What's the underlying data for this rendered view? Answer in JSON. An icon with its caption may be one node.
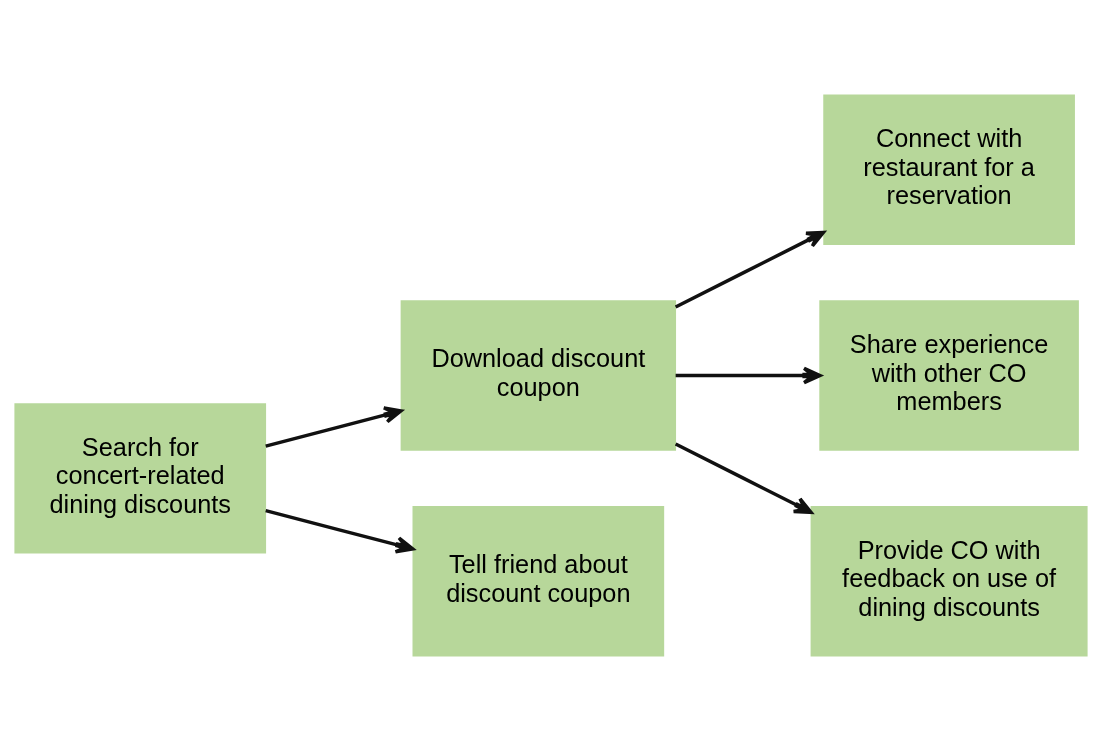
{
  "diagram": {
    "nodes": [
      {
        "text": [
          "Search for concert-related dining discounts"
        ]
      },
      {
        "text": [
          "Download discount coupon"
        ]
      },
      {
        "text": [
          "Tell friend about discount coupon"
        ]
      },
      {
        "text": [
          "Connect with restaurant for a reservation"
        ]
      },
      {
        "text": [
          "Share experience with other CO members"
        ]
      },
      {
        "text": [
          "Provide CO with feedback on use of dining discounts"
        ]
      }
    ],
    "edges": [
      {
        "from": 0,
        "to": 1,
        "arrow": "to"
      },
      {
        "from": 0,
        "to": 2,
        "arrow": "to"
      },
      {
        "from": 1,
        "to": 3,
        "arrow": "to"
      },
      {
        "from": 1,
        "to": 4,
        "arrow": "to"
      },
      {
        "from": 1,
        "to": 5,
        "arrow": "to"
      }
    ]
  }
}
